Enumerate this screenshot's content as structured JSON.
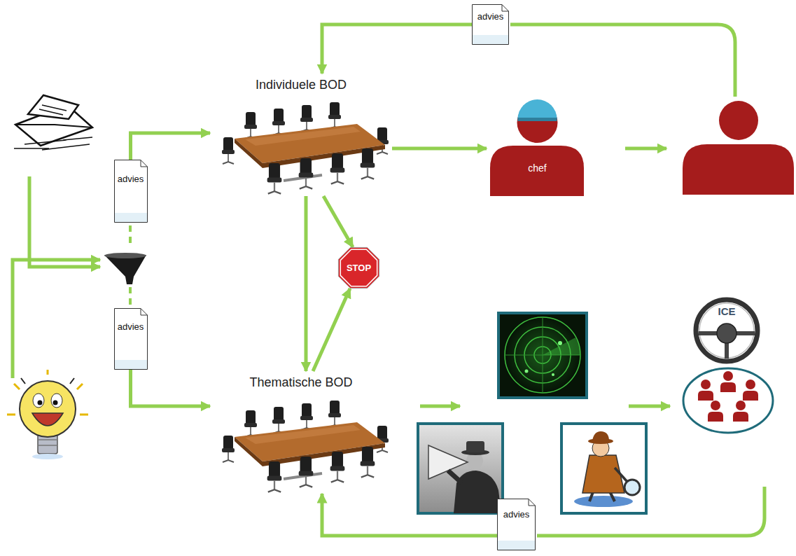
{
  "diagram": {
    "nodes": [
      {
        "text": [
          "advies"
        ]
      },
      {
        "text": [
          "Individuele BOD"
        ]
      },
      {
        "text": [
          "chef"
        ]
      },
      {
        "text": [
          "advies"
        ]
      },
      {
        "text": [
          "STOP"
        ]
      },
      {
        "text": [
          "ICE"
        ]
      },
      {
        "text": [
          "advies"
        ]
      },
      {
        "text": [
          "Thematische BOD"
        ]
      },
      {
        "text": [
          "advies"
        ]
      }
    ],
    "edges": [
      {
        "from": 0,
        "to": 1,
        "arrow": "to"
      },
      {
        "from": 3,
        "to": 1,
        "arrow": "to"
      },
      {
        "from": 1,
        "to": 2,
        "arrow": "to"
      },
      {
        "from": 1,
        "to": 4,
        "arrow": "to"
      },
      {
        "from": 1,
        "to": 7,
        "arrow": "to"
      },
      {
        "from": 7,
        "to": 4,
        "arrow": "to"
      },
      {
        "from": 6,
        "to": 7,
        "arrow": "to"
      },
      {
        "from": 8,
        "to": 7,
        "arrow": "to"
      }
    ]
  }
}
